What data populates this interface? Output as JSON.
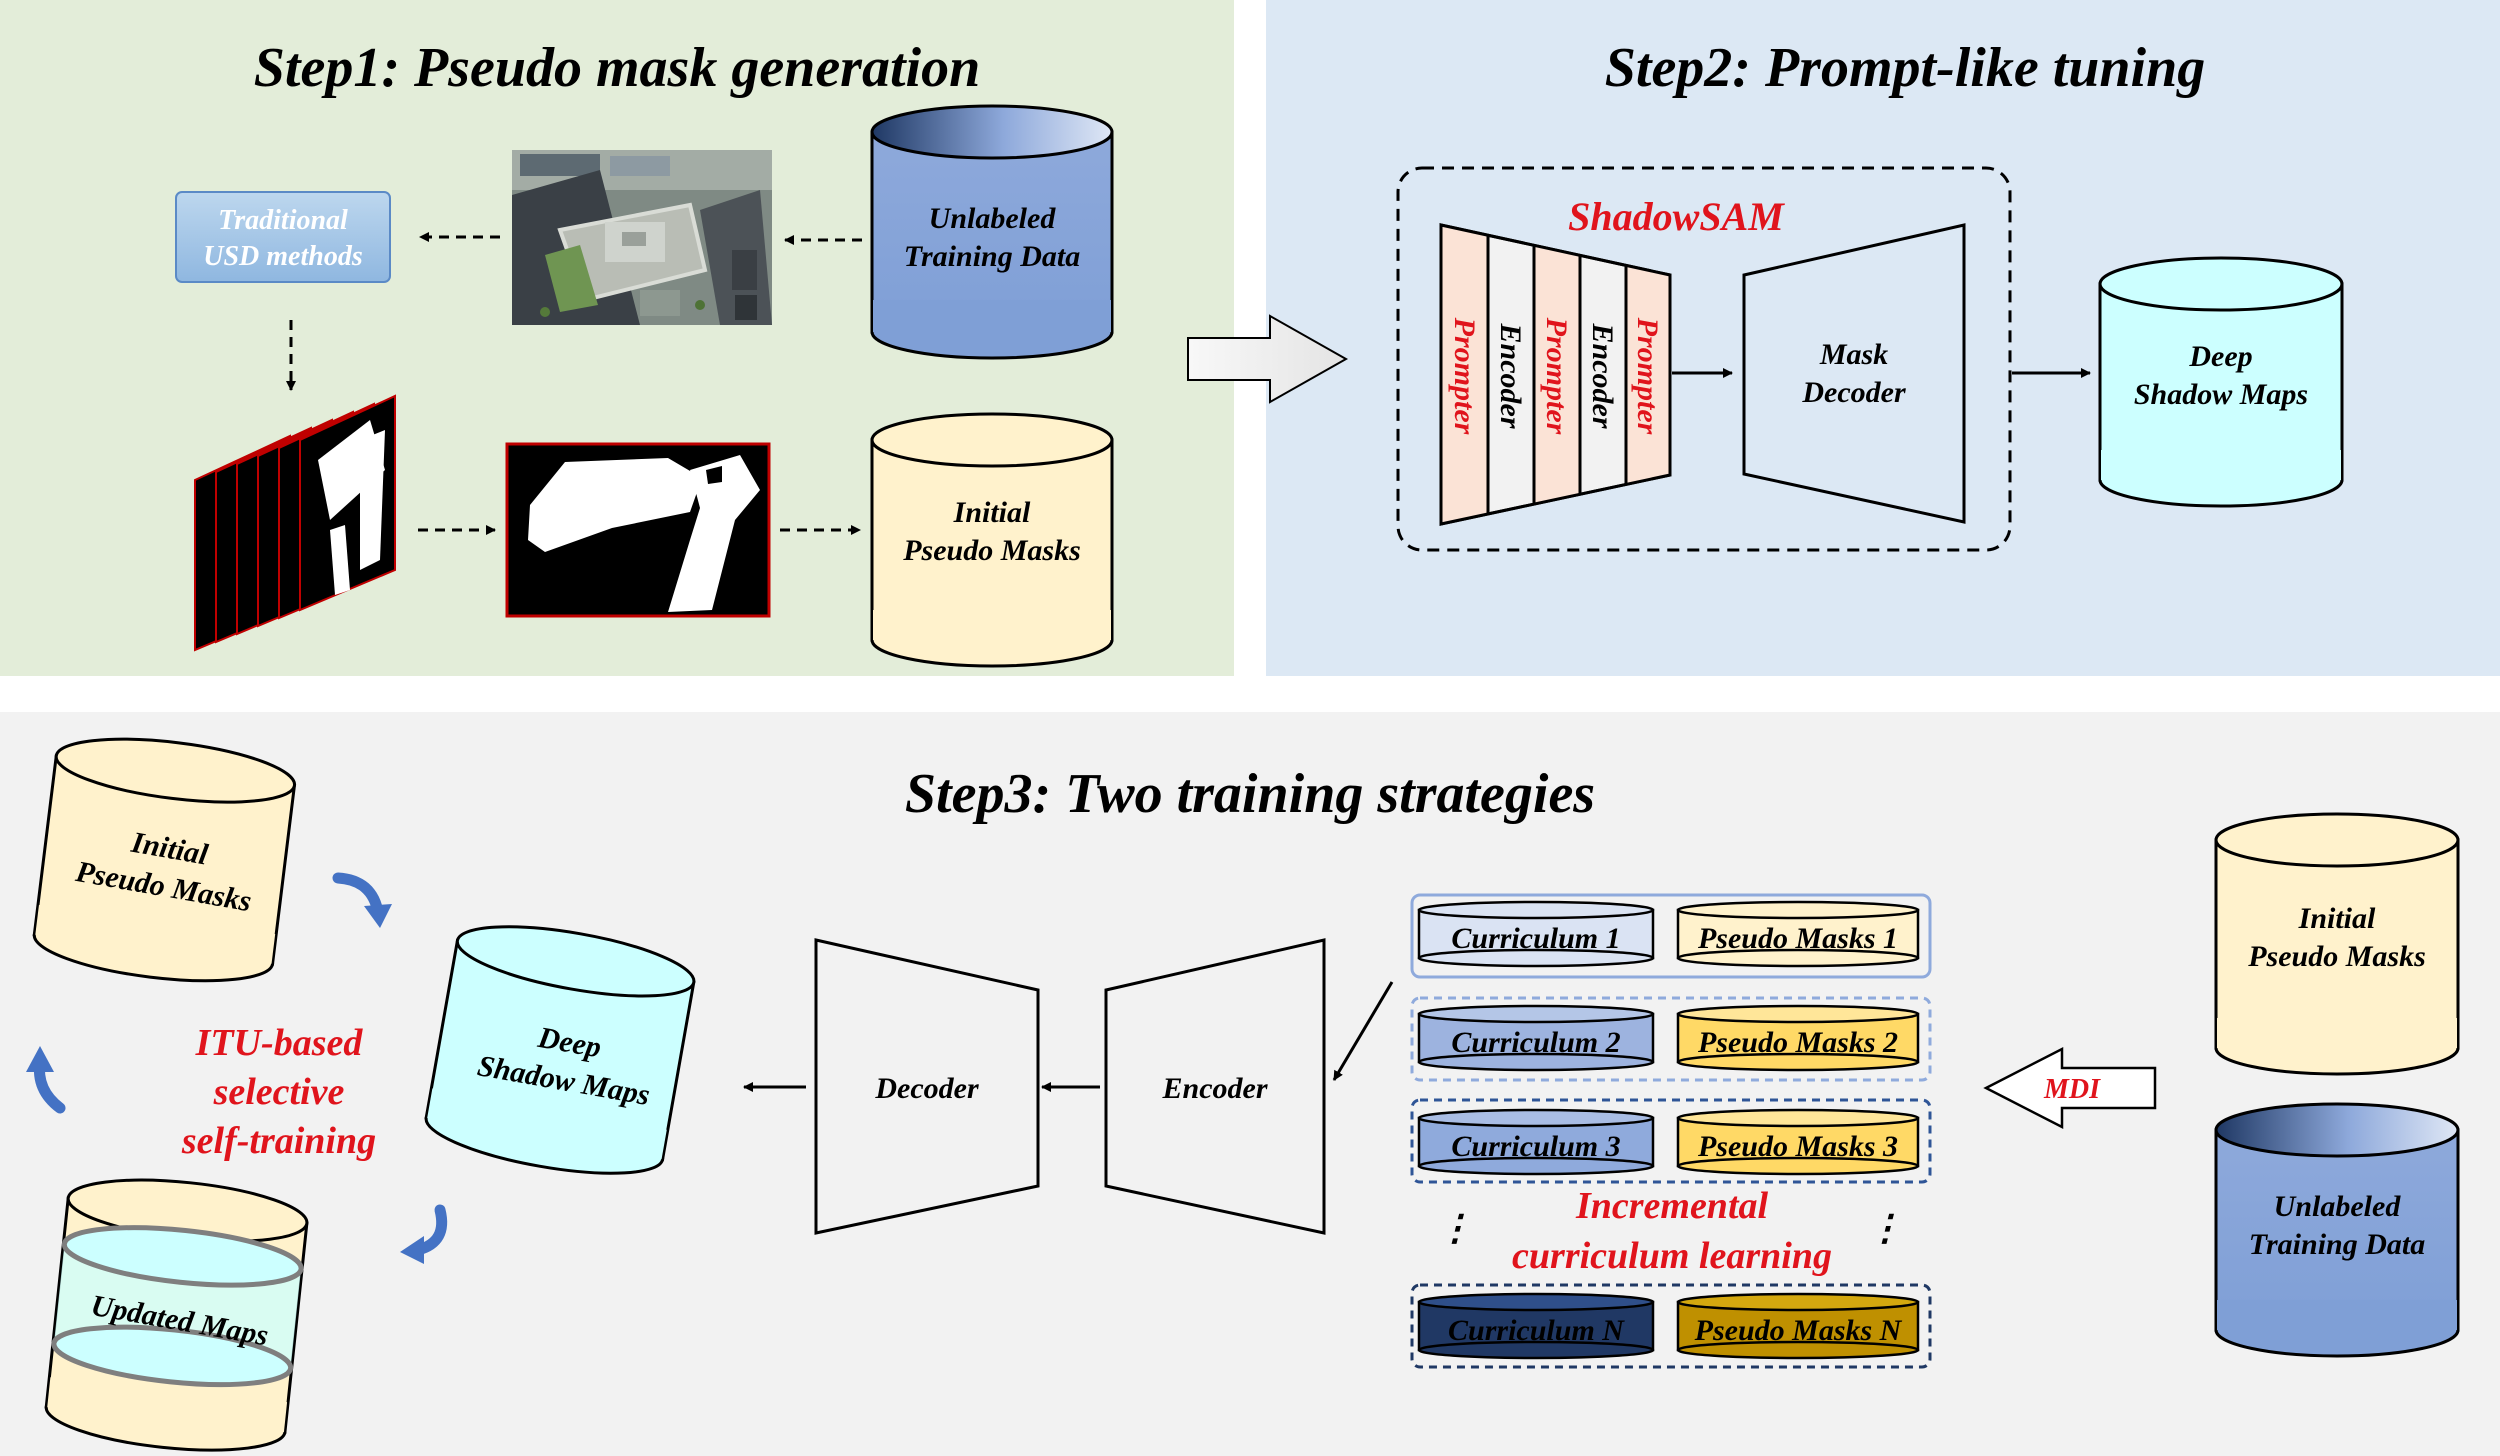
{
  "steps": {
    "step1_title": "Step1: Pseudo mask generation",
    "step2_title": "Step2: Prompt-like tuning",
    "step3_title": "Step3: Two training strategies"
  },
  "step1": {
    "usd_line1": "Traditional",
    "usd_line2": "USD methods",
    "unlabeled_line1": "Unlabeled",
    "unlabeled_line2": "Training Data",
    "initial_line1": "Initial",
    "initial_line2": "Pseudo Masks"
  },
  "step2": {
    "model_name": "ShadowSAM",
    "strips": [
      "Prompter",
      "Encoder",
      "Prompter",
      "Encoder",
      "Prompter"
    ],
    "decoder_line1": "Mask",
    "decoder_line2": "Decoder",
    "output_line1": "Deep",
    "output_line2": "Shadow Maps"
  },
  "step3": {
    "initial_line1": "Initial",
    "initial_line2": "Pseudo Masks",
    "deep_line1": "Deep",
    "deep_line2": "Shadow Maps",
    "updated_label": "Updated Maps",
    "itu_line1": "ITU-based",
    "itu_line2": "selective",
    "itu_line3": "self-training",
    "decoder_label": "Decoder",
    "encoder_label": "Encoder",
    "curricula": [
      {
        "curriculum": "Curriculum 1",
        "masks": "Pseudo Masks 1"
      },
      {
        "curriculum": "Curriculum 2",
        "masks": "Pseudo Masks 2"
      },
      {
        "curriculum": "Curriculum 3",
        "masks": "Pseudo Masks 3"
      },
      {
        "curriculum": "Curriculum N",
        "masks": "Pseudo Masks N"
      }
    ],
    "dots": "⋮",
    "icl_line1": "Incremental",
    "icl_line2": "curriculum learning",
    "mdi_label": "MDI",
    "right_initial_line1": "Initial",
    "right_initial_line2": "Pseudo Masks",
    "right_unlabeled_line1": "Unlabeled",
    "right_unlabeled_line2": "Training Data"
  },
  "colors": {
    "step1_bg": "#e3edd9",
    "step2_bg": "#dce8f4",
    "step3_bg": "#f2f2f2",
    "accent_red": "#e0141c",
    "cyl_blue": "#8ea9db",
    "cyl_yellow": "#fff2cc",
    "cyl_cyan": "#ccffff",
    "prompter": "#fbe3d6",
    "usd_box": "#9dc3e6",
    "curr1": "#dae3f3",
    "curr2": "#9db3df",
    "curr3": "#8faadc",
    "currN": "#203864",
    "pm1": "#fff2cc",
    "pm2": "#ffd966",
    "pm3": "#ffd966",
    "pmN": "#bf9000",
    "circ_arrow": "#4472c4"
  }
}
